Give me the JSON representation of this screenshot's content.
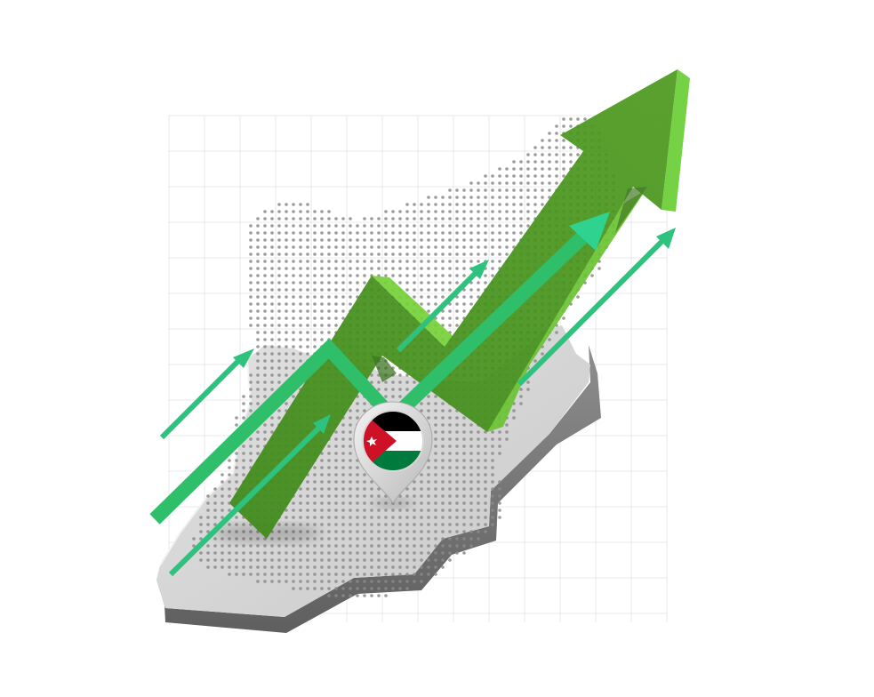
{
  "scene": {
    "subject": "growth-arrow-over-jordan-map",
    "trend": "upward",
    "icons": [
      "map-3d",
      "location-pin-icon",
      "flag-icon",
      "growth-arrow-icon",
      "trend-arrow-icon"
    ],
    "flag": {
      "country": "Jordan",
      "colors": {
        "top": "#000000",
        "middle": "#ffffff",
        "bottom": "#007a3d",
        "triangle": "#ce1126"
      }
    },
    "colors": {
      "arrow_dark": "#3f8a1a",
      "arrow_mid": "#4a9b22",
      "arrow_light": "#78d33a",
      "trend_line": "#2fc28b",
      "map_top": "#d7d7d7",
      "map_side": "#7a7a7a",
      "dots": "#8a8a8a",
      "grid": "#e9e9e9"
    }
  }
}
